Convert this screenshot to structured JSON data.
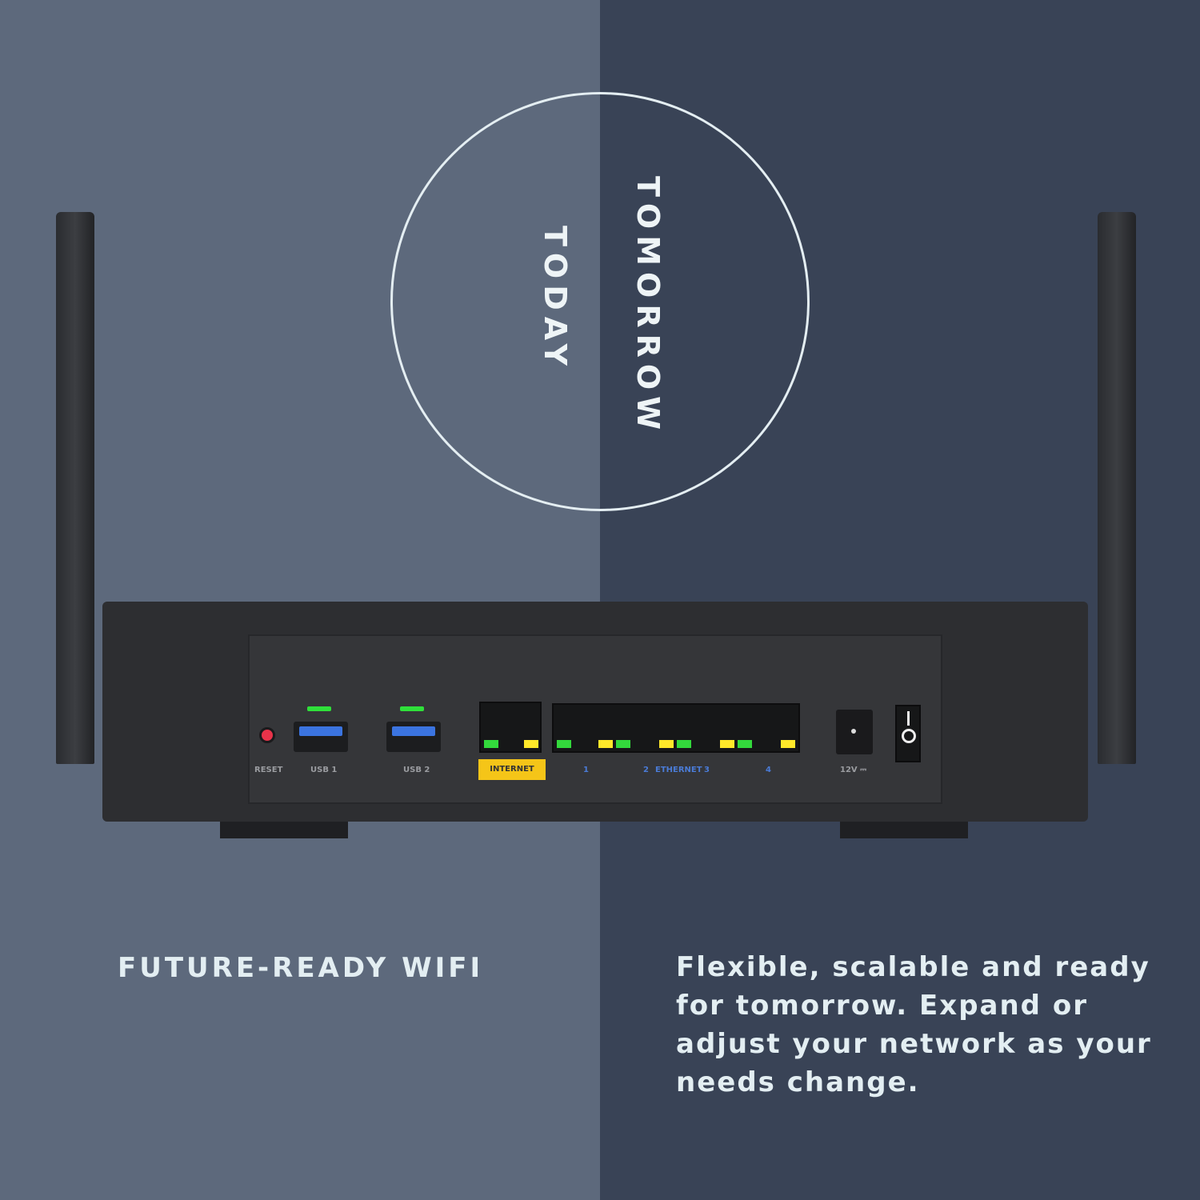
{
  "circle": {
    "left_word": "TODAY",
    "right_word": "TOMORROW"
  },
  "router": {
    "labels": {
      "reset": "RESET",
      "usb1": "USB 1",
      "usb2": "USB 2",
      "internet": "INTERNET",
      "port1": "1",
      "port2": "2",
      "ethernet": "ETHERNET",
      "port3": "3",
      "port4": "4",
      "power": "12V ⎓"
    },
    "colors": {
      "internet_label": "#f5c518",
      "usb_blue": "#3b74e0",
      "led_green": "#33d93c",
      "led_yellow": "#ffe82a"
    }
  },
  "headline": "FUTURE-READY WIFI",
  "description": "Flexible, scalable and ready for tomorrow. Expand or adjust your network as your needs change."
}
